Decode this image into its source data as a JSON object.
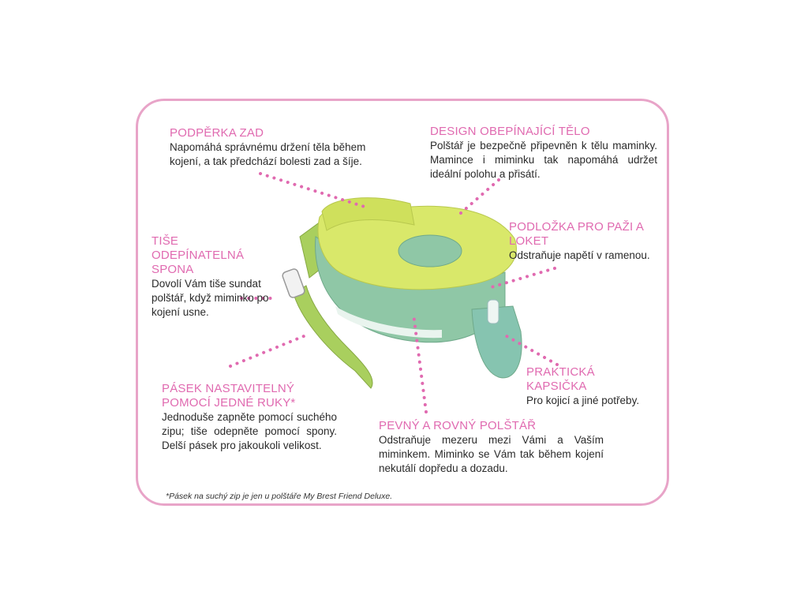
{
  "annotations": {
    "back_support": {
      "title": "PODPĚRKA ZAD",
      "body": "Napomáhá správnému držení těla během kojení, a tak předchází bolesti zad a šíje."
    },
    "body_hugging": {
      "title": "DESIGN OBEPÍNAJÍCÍ TĚLO",
      "body": "Polštář je bezpečně připevněn k tělu maminky. Mamince i miminku tak napomáhá udržet ideální polohu a přisátí."
    },
    "quiet_clasp": {
      "title": "TIŠE ODEPÍNATELNÁ SPONA",
      "body": "Dovolí Vám tiše sundat polštář, když miminko po kojení usne."
    },
    "arm_rest": {
      "title": "PODLOŽKA PRO PAŽI A LOKET",
      "body": "Odstraňuje napětí v ramenou."
    },
    "pocket": {
      "title": "PRAKTICKÁ KAPSIČKA",
      "body": "Pro kojicí a jiné potřeby."
    },
    "strap": {
      "title": "PÁSEK NASTAVITELNÝ POMOCÍ JEDNÉ RUKY*",
      "body": "Jednoduše zapněte pomocí suchého zipu; tiše odepněte pomocí spony. Delší pásek pro jakoukoli velikost."
    },
    "firm_flat": {
      "title": "PEVNÝ A ROVNÝ POLŠTÁŘ",
      "body": "Odstraňuje mezeru mezi Vámi a Vaším miminkem. Miminko se Vám tak během kojení nekutálí dopředu a dozadu."
    }
  },
  "footnote": "*Pásek na suchý zip je jen u polštáře My Brest Friend Deluxe.",
  "colors": {
    "frame": "#e8a4c8",
    "title": "#e06ab0",
    "dots": "#e06ab0",
    "pillow_top": "#d9e86a",
    "pillow_side": "#8fc7a6"
  }
}
